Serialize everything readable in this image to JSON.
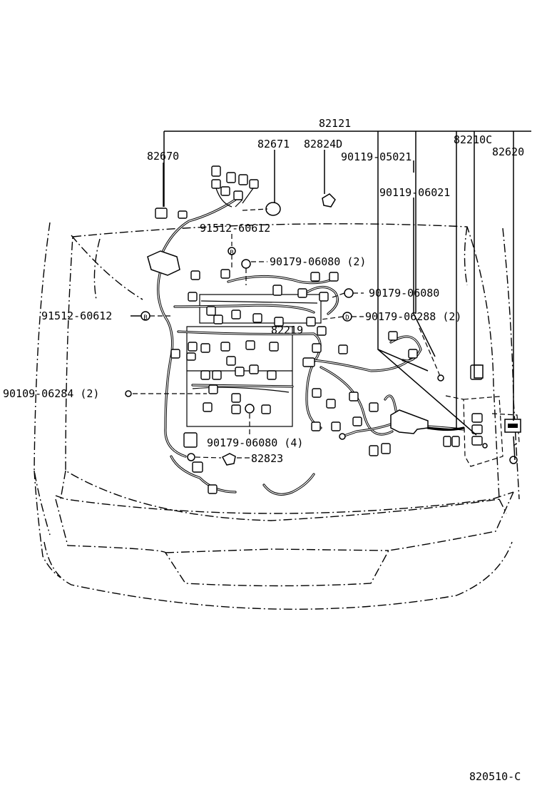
{
  "diagram": {
    "labels": {
      "p82121": "82121",
      "p82670": "82670",
      "p82671": "82671",
      "p82824D": "82824D",
      "p90119_05021": "90119-05021",
      "p82210C": "82210C",
      "p82620": "82620",
      "p90119_06021": "90119-06021",
      "p91512_60612_top": "91512-60612",
      "p90179_06080_2": "90179-06080 (2)",
      "p90179_06080": "90179-06080",
      "p91512_60612_left": "91512-60612",
      "p90179_06288_2": "90179-06288 (2)",
      "p82219": "82219",
      "p90109_06284_2": "90109-06284 (2)",
      "p90179_06080_4": "90179-06080 (4)",
      "p82823": "82823",
      "figure_code": "820510-C"
    },
    "markers": {
      "bolt_b": "B",
      "bolt_d": "D"
    }
  }
}
